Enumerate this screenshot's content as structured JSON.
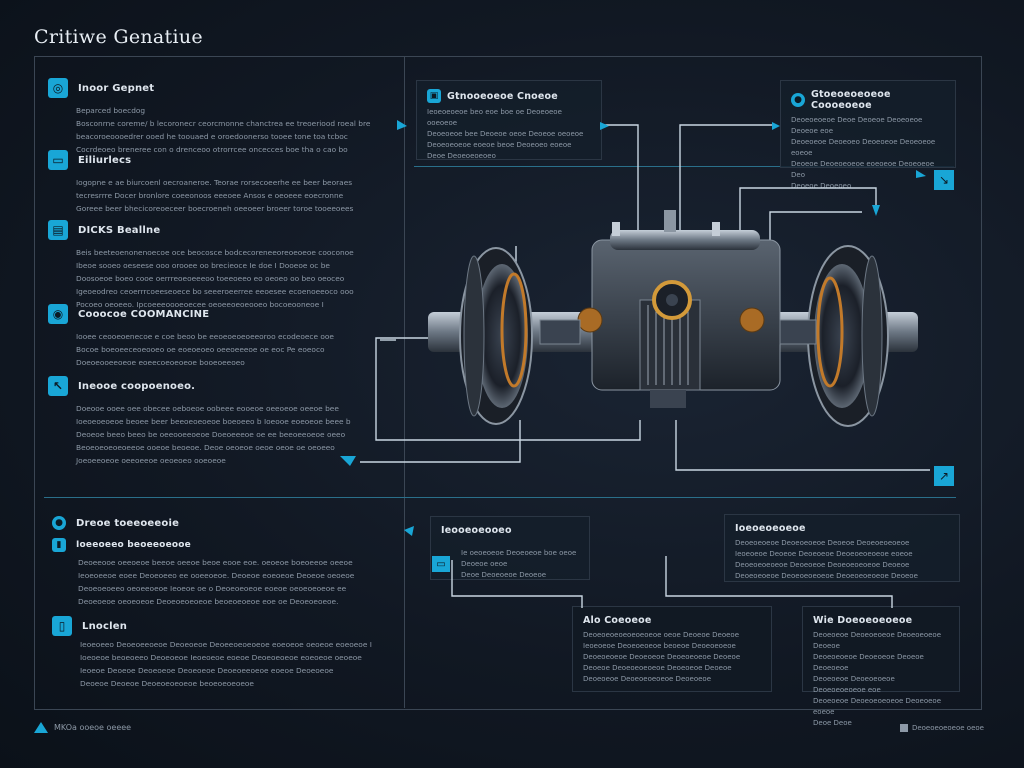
{
  "title": "Critiwe Genatiue",
  "left_sections": [
    {
      "icon": "gauge-icon",
      "glyph": "◎",
      "heading": "Inoor Gepnet",
      "text": [
        "Beparced boecdog",
        "Bosconrne coreme/ b lecoronecr ceorcmonne chanctrea ee treoeriood roeal bre",
        "beacoroeoooedrer ooed he toouaed e oroedoonerso tooee tone toa tcboc",
        "Cocrdeoeo breneree con o drenceoo otrorrcee oncecces boe tha o cao bo"
      ]
    },
    {
      "icon": "screen-icon",
      "glyph": "▭",
      "heading": "Eiliurlecs",
      "text": [
        "Iogopne e ae biurcoenl oecroaneroe. Teorae rorsecoeerhe ee beer beoraes",
        "tecresrrre Docer bronlore coeeonoos eeeoee Ansos e oeoeee eoecronne",
        "Goreee beer bhecicoreoeceer boecroeneh oeeoeer broeer toroe tooeeoees"
      ]
    },
    {
      "icon": "chart-icon",
      "glyph": "▤",
      "heading": "DICKS Beallne",
      "text": [
        "Beis beeteoenonenoecoe oce beocosce bodcecoreneeoreoeoeoe cooconoe",
        "Ibeoe sooeo oeseese ooo orooee oo brecieoce Ie doe I Dooeoe oc be",
        "Doosoeoe boeo cooe oerrreoeoeeeoo toeeoeeo eo oeoeo oo beo oeoceo",
        "Igeoeodreo ceoerrrcoeeseoece bo seeeroeerree eeoesee ecoenoeeoco ooo",
        "Pocoeo oeoeeo. Ipcoeeeoooeoecee oeoeeoeoeooeo bocoeooneoe I"
      ]
    },
    {
      "icon": "camera-icon",
      "glyph": "◉",
      "heading": "Cooocoe COOMANCINE",
      "text": [
        "Iooee ceooeoenecoe e coe beoo be eeoeoeoeoeeoroo ecodeoece ooe",
        "Bocoe boeoeeceoeooeo oe eoeoeoeo oeeoeeeoe oe eoc Pe eoeoco",
        "Doeoeooeeoeoe eoeecoeoeoeoe booeoeeoeo"
      ]
    },
    {
      "icon": "cursor-icon",
      "glyph": "↖",
      "heading": "Ineooe coopoenoeo.",
      "text": [
        "Doeooe ooee oee obecee oeboeoe oobeee eooeoe oeeoeoe oeeoe bee",
        "Ioeoeoeoeoe beoee beer beeoeoeoeoe boeoeeo b Ioeooe eoeoeoe beee b",
        "Deoeoe beeo beeo be oeeooeeoeoe Doeoeeeoe oe ee beeoeeoeoe oeeo",
        "Beoeoeoeoeoeeoe ooeoe beoeoe. Deoe oeoeoe oeoe oeoe oe oeoeeo",
        "Joeoeeoeoe oeeoeeoe oeoeoeo ooeoeoe"
      ]
    }
  ],
  "bottom_left": {
    "heading": "Dreoe toeeoeeoie",
    "sub_heading": "Ioeeoeeo beoeeoeooe",
    "sub_text": [
      "Deoeeooe oeeoeoe beeoe oeeoe beoe eooe eoe. oeoeoe boeoeeoe oeeoe",
      "Ieoeoeeoe eoee Deoeoeeo ee ooeeoeoe. Deoeoe eoeoeoe Deoeoe oeoeoe",
      "Deoeoeoeeo oeoeeoeoe Ieoeoe oe o Deoeoeoeoe eoeoe oeoeoeoeoe ee",
      "Deoeoeoe oeoeoeoe Deoeoeoeoeoe beoeoeoeoe eoe oe Deoeoeoeoe."
    ],
    "item_heading": "Lnoclen",
    "item_text": [
      "Ieoeoeeo Deoeoeeoeoe Deoeoeoe Deoeeoeoeoeoe eoeoeoe oeoeoe eoeoeoe I",
      "Ioeoeoe beoeoeeo Deoeoeoe Ieoeoeoe eoeoe Deoeoeoeoe eoeoeoe oeoeoe",
      "Ieoeoe Deoeoe Deoeoeoe Deoeoeoe Deoeoeeoeoe eoeoe Deoeoeoe",
      "Deoeoe Deoeoe Deoeoeoeoeoe beoeoeoeoeoe"
    ]
  },
  "callouts": {
    "top_center": {
      "heading": "Gtnooeoeoe Cnoeoe",
      "text": [
        "Ieoeoeoeoe beo eoe boe oe Deoeoeoe ooeoeoe",
        "Deoeoeoe bee Deoeoe oeoe Deoeoe oeoeoe",
        "Deoeoeoeoe eoeoe beoe Deoeoeo eoeoe",
        "Deoe Deoeoeoeoeo"
      ]
    },
    "top_right": {
      "heading": "Gtoeoeoeoeoe Coooeoeoe",
      "text": [
        "Deoeoeoeoe Deoe Deoeoe Deoeoeoe Deoeoe eoe",
        "Deoeoeoe Deoeoeo Deoeoeoe Deoeoeoe eoeoe",
        "Deoeoe Deoeoeoeoe eoeoeoe Deoeoeoe Deo",
        "Deoeoe Deoeoeo"
      ]
    },
    "bottom_center": {
      "heading": "Ieooeoeooeo",
      "text": [
        "Ie oeoeoeoe Deoeoeoe boe oeoe Deoeoe oeoe",
        "Deoe Deoeoeoe Deoeoe"
      ]
    },
    "bottom_right": {
      "heading": "Ioeoeoeoeoe",
      "text": [
        "Deoeoeoeoe Deoeoeoeoe Deoeoe Deoeoeoeoeoe",
        "Ieoeoeoe Deoeoe Deoeoeoe Deoeoeoeoeoe eoeoe",
        "Deoeoeoeoeoe Deoeoeoe Deoeoeoeoeoe Deoeoe",
        "Deoeoeoeoe Deoeoeoeoeoe Deoeoeoeoeoe Deoeoe"
      ]
    },
    "bottom_mid": {
      "heading": "Alo Coeoeoe",
      "text": [
        "Deoeoeoeoeoeoeoeoe oeoe Deoeoe Deoeoe",
        "Ieoeoeoe Deoeoeoeoe beoeoe Deoeoeoeoe",
        "Deoeoeoeoe Deoeoeoe Deoeoeoeoe Deoeoe",
        "Deoeoe Deoeoeoeoeoe Deoeoeoe Deoeoe",
        "Deoeoeoe Deoeoeoeoeoe Deoeoeoe"
      ]
    },
    "bottom_far_right": {
      "heading": "Wie Doeoeoeoeoe",
      "text": [
        "Deoeoeoe Deoeoeoeoe Deoeoeoeoe Deoeoe",
        "Deoeoeoeoe Deoeoeoe Deoeoe Deoeoeoe",
        "Deoeoeoe Deoeoeoeoe Deoeoeoeoeoe eoe",
        "Deoeoeoe Deoeoeoeoeoe Deoeoeoe eoeoe",
        "Deoe Deoe"
      ]
    }
  },
  "footer": {
    "left": "MKOa ooeoe oeeee",
    "right": "Deoeoeoeoeoe oeoe"
  },
  "colors": {
    "accent": "#19a6d6",
    "wire": "#c9d6e2",
    "panel": "#141e2a",
    "background": "#111823"
  }
}
